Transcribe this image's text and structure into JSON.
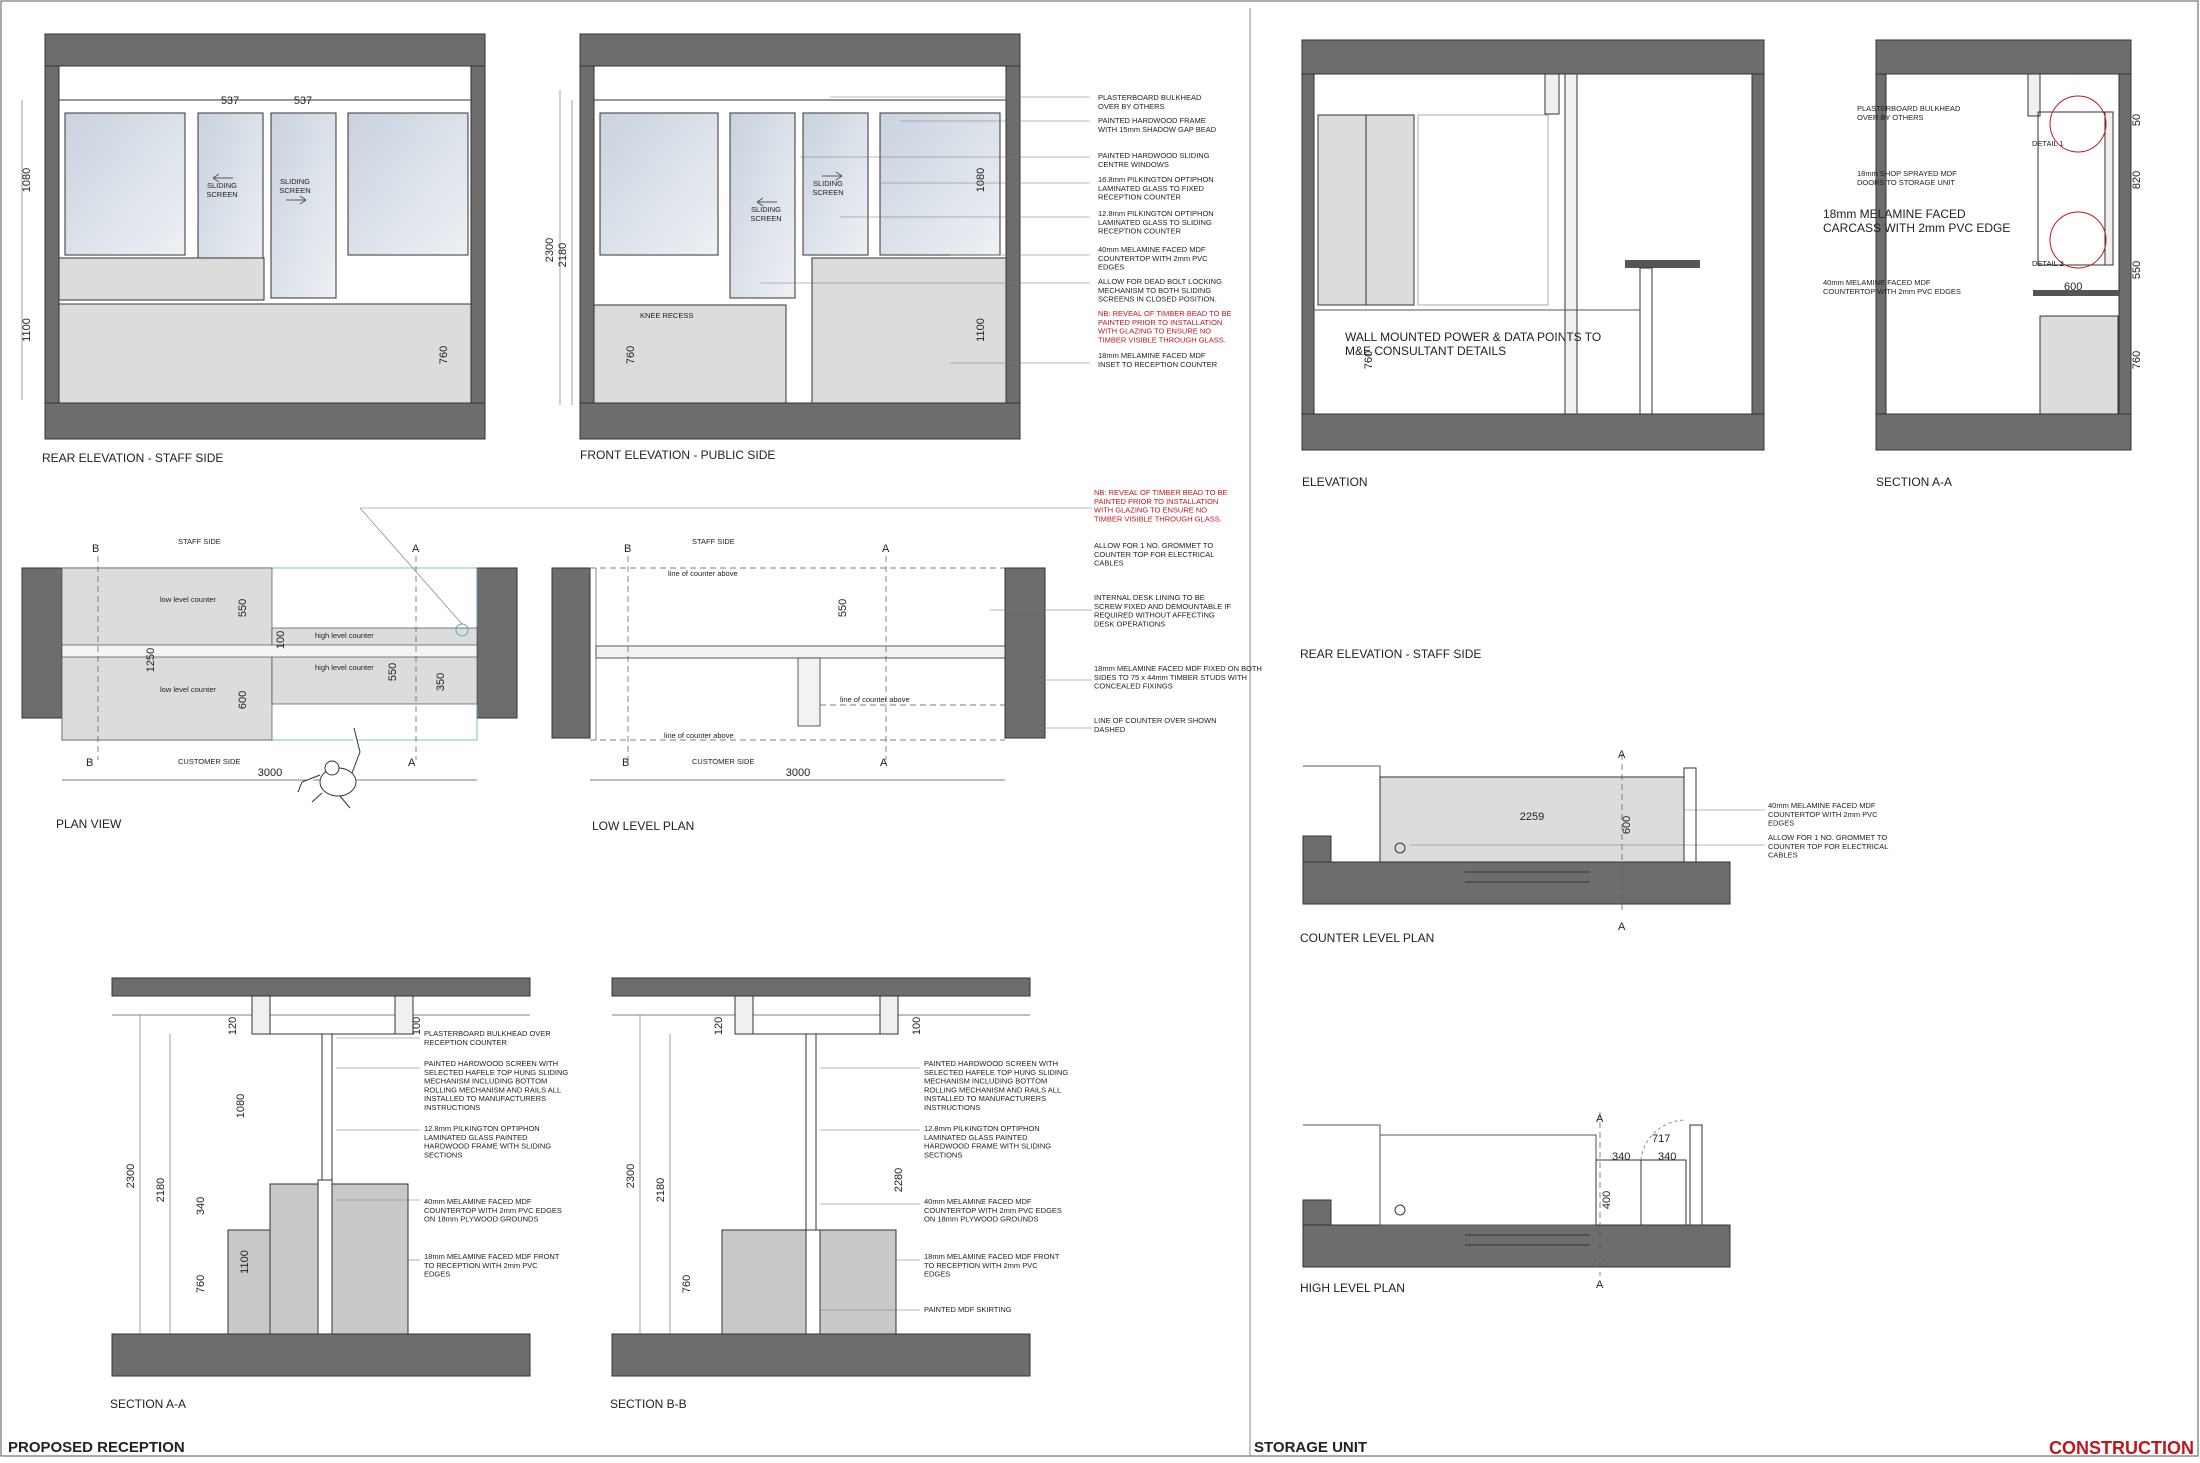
{
  "sheet": {
    "left_title": "PROPOSED RECEPTION",
    "middle_title": "STORAGE UNIT",
    "status": "CONSTRUCTION",
    "accent_color": "#c0161d"
  },
  "colors": {
    "wall": "#6d6d6f",
    "fill": "#dcdcdc",
    "glass": "#d6dde6",
    "line": "#333333"
  },
  "rear_elevation": {
    "title": "REAR ELEVATION - STAFF SIDE",
    "dims": {
      "w1": "537",
      "w2": "537",
      "h_top": "1080",
      "h_bottom": "1100",
      "h_counter": "760"
    },
    "sliding_screen": "SLIDING\nSCREEN"
  },
  "front_elevation": {
    "title": "FRONT ELEVATION - PUBLIC SIDE",
    "dims": {
      "h_total": "2300",
      "h_mid": "2180",
      "h_glass": "1080",
      "h_counter": "1100",
      "h_knee": "760"
    },
    "knee_recess": "KNEE RECESS",
    "sliding_screen": "SLIDING\nSCREEN",
    "notes": [
      "PLASTERBOARD BULKHEAD\nOVER BY OTHERS",
      "PAINTED HARDWOOD FRAME\nWITH 15mm SHADOW GAP BEAD",
      "PAINTED HARDWOOD SLIDING\nCENTRE WINDOWS",
      "16.8mm PILKINGTON OPTIPHON\nLAMINATED GLASS TO FIXED\nRECEPTION COUNTER",
      "12.8mm PILKINGTON OPTIPHON\nLAMINATED GLASS TO SLIDING\nRECEPTION COUNTER",
      "40mm MELAMINE FACED MDF\nCOUNTERTOP WITH 2mm PVC\nEDGES",
      "ALLOW FOR DEAD BOLT LOCKING\nMECHANISM TO BOTH SLIDING\nSCREENS IN CLOSED POSITION."
    ],
    "red_note": "NB: REVEAL OF TIMBER BEAD TO BE\nPAINTED PRIOR TO INSTALLATION\nWITH GLAZING TO ENSURE NO\nTIMBER VISIBLE THROUGH GLASS.",
    "last_note": "18mm MELAMINE FACED MDF\nINSET TO RECEPTION COUNTER"
  },
  "plan_view": {
    "title": "PLAN VIEW",
    "staff_side": "STAFF SIDE",
    "customer_side": "CUSTOMER SIDE",
    "low_counter": "low level counter",
    "high_counter": "high level counter",
    "section_b": "B",
    "section_a": "A",
    "dims": {
      "width": "3000",
      "d550": "550",
      "d1250": "1250",
      "d600": "600",
      "d100": "100",
      "d350": "350"
    }
  },
  "low_level_plan": {
    "title": "LOW LEVEL PLAN",
    "staff_side": "STAFF SIDE",
    "customer_side": "CUSTOMER SIDE",
    "counter_above": "line of counter above",
    "dims": {
      "width": "3000",
      "d550": "550"
    },
    "red_note": "NB: REVEAL OF TIMBER BEAD TO BE\nPAINTED PRIOR TO INSTALLATION\nWITH GLAZING TO ENSURE NO\nTIMBER VISIBLE THROUGH GLASS.",
    "notes": [
      "ALLOW FOR 1 NO. GROMMET TO\nCOUNTER TOP FOR ELECTRICAL\nCABLES",
      "INTERNAL DESK LINING TO BE\nSCREW FIXED AND DEMOUNTABLE IF\nREQUIRED WITHOUT AFFECTING\nDESK OPERATIONS",
      "18mm MELAMINE FACED MDF FIXED ON BOTH\nSIDES TO 75 x 44mm TIMBER STUDS WITH\nCONCEALED FIXINGS",
      "LINE OF COUNTER OVER SHOWN\nDASHED"
    ]
  },
  "section_aa": {
    "title": "SECTION A-A",
    "dims": {
      "d120": "120",
      "d100": "100",
      "d1080": "1080",
      "d2300": "2300",
      "d2180": "2180",
      "d340": "340",
      "d760": "760",
      "d1100": "1100"
    },
    "notes": [
      "PLASTERBOARD BULKHEAD OVER\nRECEPTION COUNTER",
      "PAINTED HARDWOOD SCREEN WITH\nSELECTED HAFELE TOP HUNG SLIDING\nMECHANISM INCLUDING BOTTOM\nROLLING MECHANISM AND RAILS ALL\nINSTALLED TO MANUFACTURERS\nINSTRUCTIONS",
      "12.8mm PILKINGTON OPTIPHON\nLAMINATED GLASS PAINTED\nHARDWOOD FRAME WITH SLIDING\nSECTIONS",
      "40mm MELAMINE FACED MDF\nCOUNTERTOP WITH 2mm PVC EDGES\nON 18mm PLYWOOD GROUNDS",
      "18mm MELAMINE FACED MDF FRONT\nTO RECEPTION WITH 2mm PVC\nEDGES"
    ]
  },
  "section_bb": {
    "title": "SECTION B-B",
    "dims": {
      "d120": "120",
      "d100": "100",
      "d2300": "2300",
      "d2180": "2180",
      "d2280": "2280",
      "d760": "760"
    },
    "notes": [
      "PAINTED HARDWOOD SCREEN WITH\nSELECTED HAFELE TOP HUNG SLIDING\nMECHANISM INCLUDING BOTTOM\nROLLING MECHANISM AND RAILS ALL\nINSTALLED TO MANUFACTURERS\nINSTRUCTIONS",
      "12.8mm PILKINGTON OPTIPHON\nLAMINATED GLASS PAINTED\nHARDWOOD FRAME WITH SLIDING\nSECTIONS",
      "40mm MELAMINE FACED MDF\nCOUNTERTOP WITH 2mm PVC EDGES\nON 18mm PLYWOOD GROUNDS",
      "18mm MELAMINE FACED MDF FRONT\nTO RECEPTION WITH 2mm PVC\nEDGES",
      "PAINTED MDF SKIRTING"
    ]
  },
  "storage_elevation": {
    "title": "ELEVATION",
    "note": "WALL MOUNTED POWER & DATA POINTS TO\nM&E CONSULTANT DETAILS",
    "dim": "760"
  },
  "storage_section_aa": {
    "title": "SECTION A-A",
    "notes": [
      "PLASTERBOARD BULKHEAD\nOVER BY OTHERS",
      "18mm SHOP SPRAYED MDF\nDOORS TO STORAGE UNIT",
      "18mm MELAMINE FACED\nCARCASS WITH 2mm PVC EDGE",
      "40mm MELAMINE FACED MDF\nCOUNTERTOP WITH 2mm PVC EDGES"
    ],
    "detail1": "DETAIL 1",
    "detail2": "DETAIL 2",
    "dims": {
      "d50": "50",
      "d820": "820",
      "d550": "550",
      "d760": "760",
      "d600": "600"
    }
  },
  "storage_rear": {
    "title": "REAR ELEVATION - STAFF SIDE"
  },
  "counter_level_plan": {
    "title": "COUNTER LEVEL PLAN",
    "dims": {
      "width": "2259",
      "depth": "600"
    },
    "section": "A",
    "notes": [
      "40mm MELAMINE FACED MDF\nCOUNTERTOP WITH 2mm PVC\nEDGES",
      "ALLOW FOR 1 NO. GROMMET TO\nCOUNTER TOP FOR ELECTRICAL\nCABLES"
    ]
  },
  "high_level_plan": {
    "title": "HIGH LEVEL PLAN",
    "section": "A",
    "dims": {
      "d717": "717",
      "d340a": "340",
      "d340b": "340",
      "d400": "400"
    }
  }
}
